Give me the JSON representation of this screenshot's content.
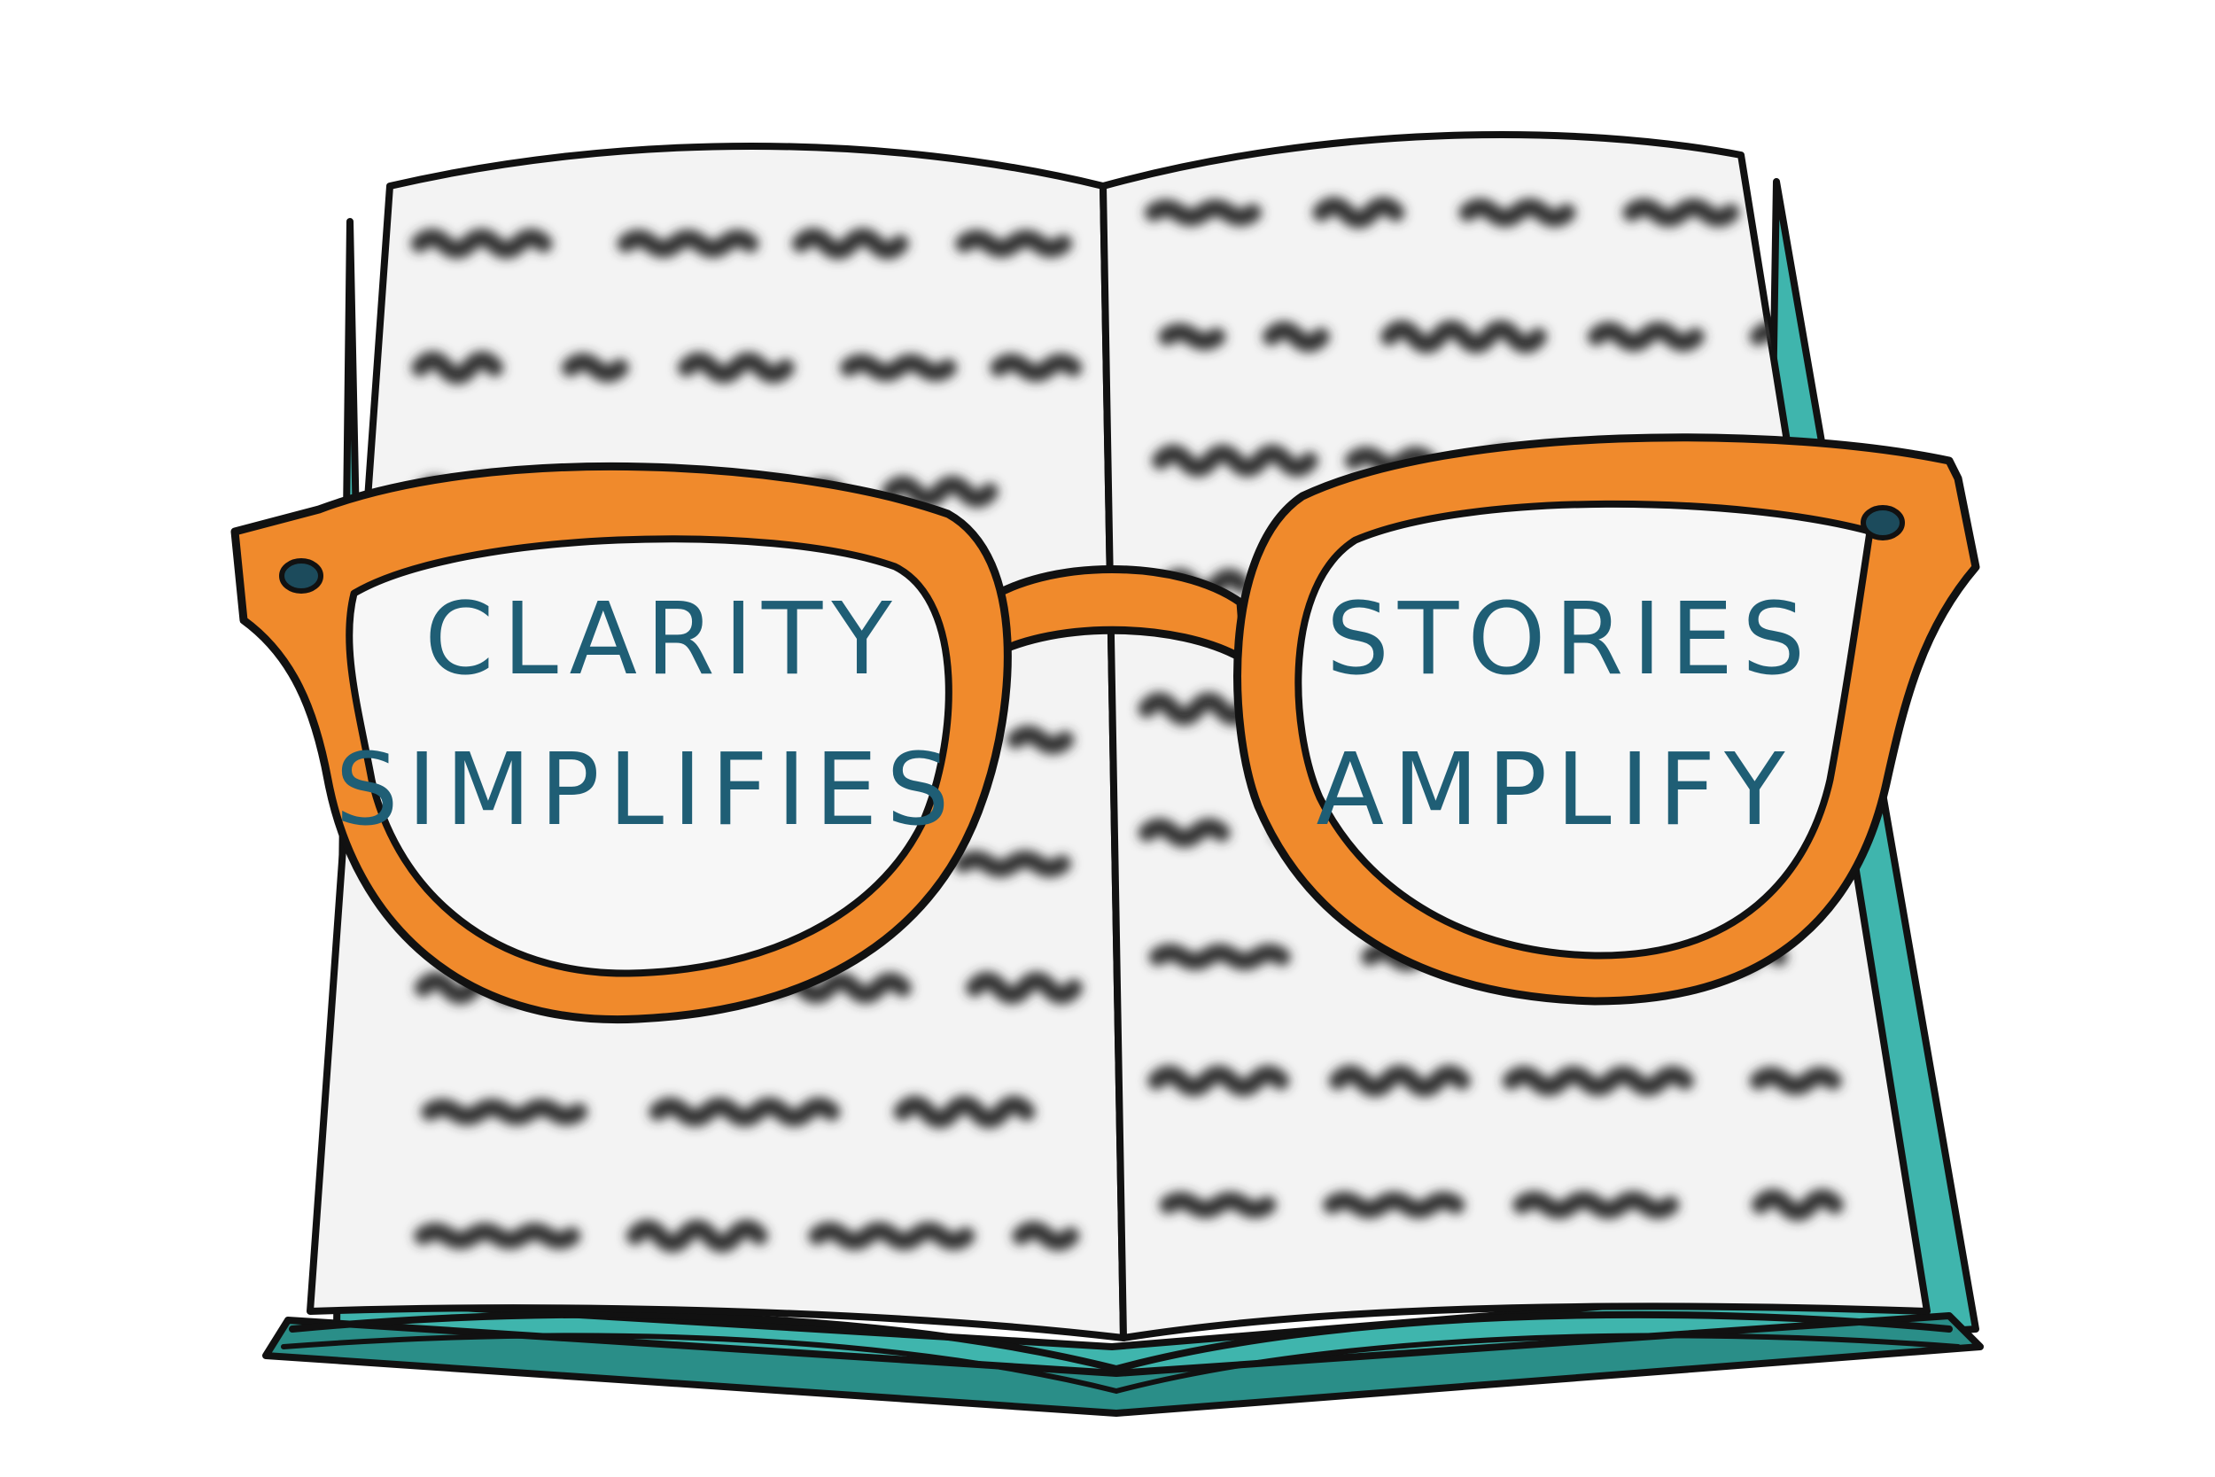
{
  "lenses": {
    "left": {
      "line1": "CLARITY",
      "line2": "SIMPLIFIES"
    },
    "right": {
      "line1": "STORIES",
      "line2": "AMPLIFY"
    }
  },
  "colors": {
    "cover": "#3fb5ad",
    "cover_dark": "#2a8e88",
    "page": "#f3f3f3",
    "page_edge": "#ffffff",
    "ink": "#111111",
    "blur_text": "#333333",
    "frame": "#f08a2c",
    "frame_dark": "#d06a18",
    "lens_fill": "#f7f7f7",
    "lens_text": "#1f5e75",
    "rivet": "#1c4b5c"
  }
}
